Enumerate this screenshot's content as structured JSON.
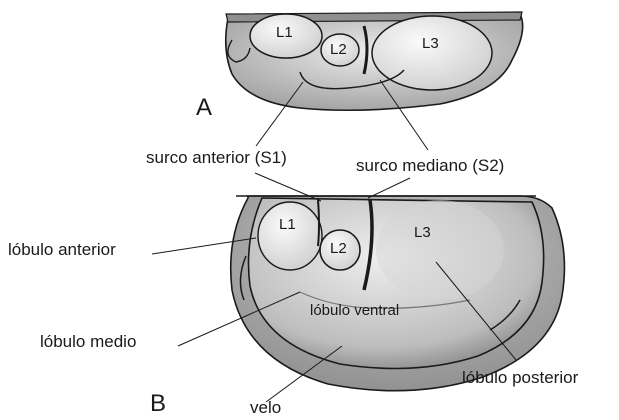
{
  "figure": {
    "panel_a": {
      "letter": "A",
      "lobe_l1": "L1",
      "lobe_l2": "L2",
      "lobe_l3": "L3"
    },
    "panel_b": {
      "letter": "B",
      "lobe_l1": "L1",
      "lobe_l2": "L2",
      "lobe_l3": "L3",
      "ventral_lobe": "lóbulo ventral"
    },
    "callouts": {
      "anterior_groove": "surco anterior (S1)",
      "median_groove": "surco mediano (S2)",
      "anterior_lobe": "lóbulo anterior",
      "middle_lobe": "lóbulo medio",
      "posterior_lobe": "lóbulo posterior",
      "velum": "velo"
    }
  },
  "colors": {
    "ink": "#1a1a1a",
    "stipple_light": "#d9d9d9",
    "stipple_mid": "#a8a8a8",
    "stipple_dark": "#6e6e6e",
    "background": "#ffffff"
  }
}
